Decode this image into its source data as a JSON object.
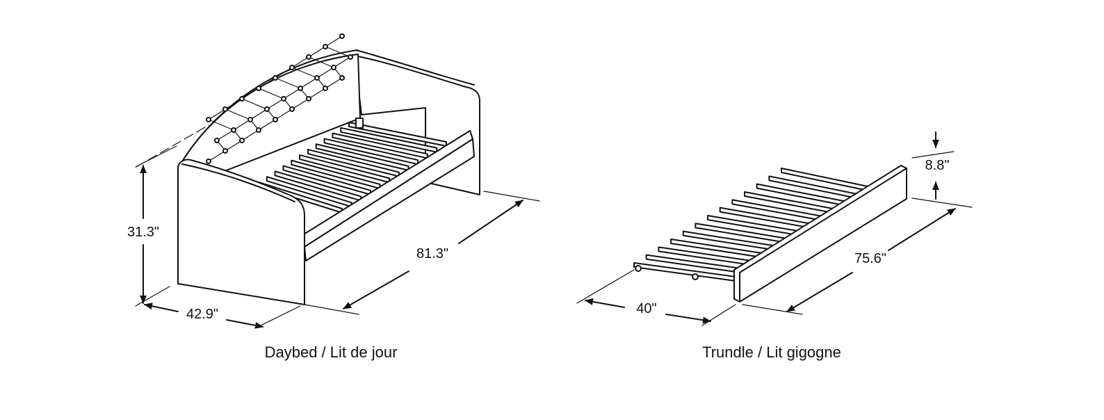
{
  "daybed": {
    "caption": "Daybed / Lit de jour",
    "dimensions": {
      "height": "31.3\"",
      "width": "42.9\"",
      "length": "81.3\""
    }
  },
  "trundle": {
    "caption": "Trundle / Lit gigogne",
    "dimensions": {
      "height": "8.8\"",
      "width": "40\"",
      "length": "75.6\""
    }
  },
  "colors": {
    "line": "#111111",
    "background": "#ffffff"
  }
}
